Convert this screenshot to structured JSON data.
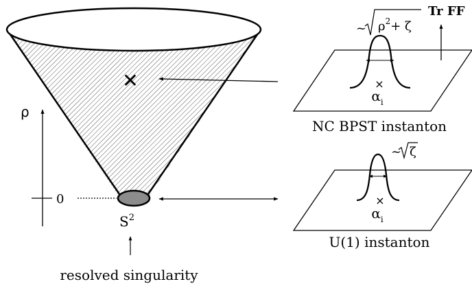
{
  "axis": {
    "rho_label": "ρ",
    "zero_label": "0"
  },
  "cone": {
    "cross_mark": "✕",
    "bottom_label": "S",
    "bottom_label_sup": "2",
    "pointer_caption": "resolved singularity"
  },
  "top_panel": {
    "width_label_prefix": "~",
    "width_label_expr": "ρ",
    "width_label_sup": "2",
    "width_label_rest": "+ ζ",
    "axis_label": "Tr FF",
    "center_mark": "×",
    "center_label": "α",
    "center_sub": "i",
    "caption": "NC BPST instanton"
  },
  "bottom_panel": {
    "width_label_prefix": "~",
    "width_label_expr": "ζ",
    "center_mark": "×",
    "center_label": "α",
    "center_sub": "i",
    "caption": "U(1) instanton"
  },
  "colors": {
    "ink": "#000000",
    "hatch": "#555555",
    "disk_fill": "#8c8c8c"
  }
}
